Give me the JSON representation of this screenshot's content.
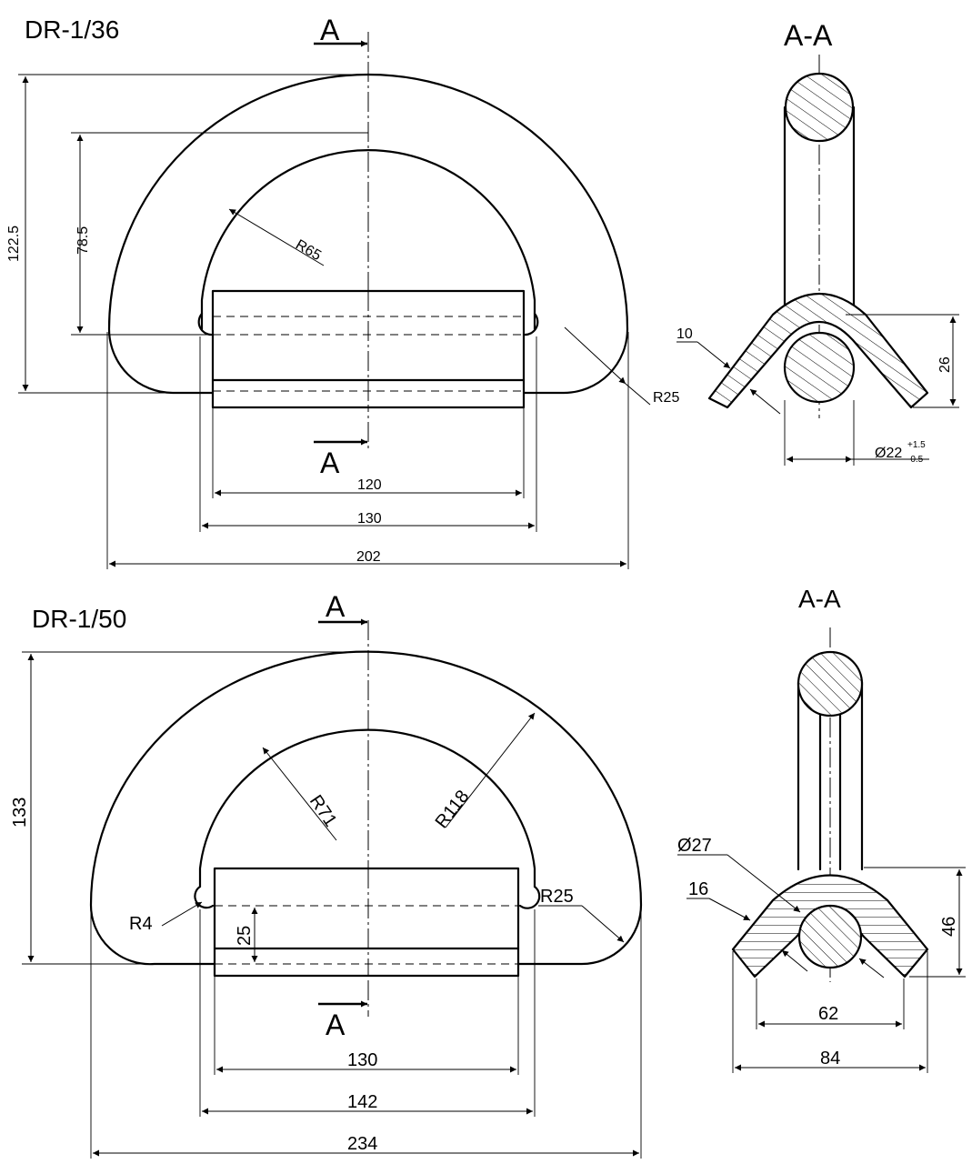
{
  "top": {
    "title": "DR-1/36",
    "section_marker": "A",
    "section_title": "A-A",
    "dims": {
      "height_outer": "122.5",
      "height_inner": "78.5",
      "radius_inner": "R65",
      "radius_corner": "R25",
      "width_bar": "120",
      "width_inner": "130",
      "width_outer": "202",
      "section_thickness": "10",
      "section_height": "26",
      "section_diameter": "Ø22",
      "tol_upper": "+1.5",
      "tol_lower": "-0.5"
    }
  },
  "bottom": {
    "title": "DR-1/50",
    "section_marker": "A",
    "section_title": "A-A",
    "dims": {
      "height_outer": "133",
      "radius_inner": "R71",
      "radius_outer": "R118",
      "radius_small": "R4",
      "radius_corner": "R25",
      "bar_height": "25",
      "width_bar": "130",
      "width_inner": "142",
      "width_outer": "234",
      "section_diameter": "Ø27",
      "section_thickness": "16",
      "section_height": "46",
      "section_width_inner": "62",
      "section_width_outer": "84"
    }
  }
}
